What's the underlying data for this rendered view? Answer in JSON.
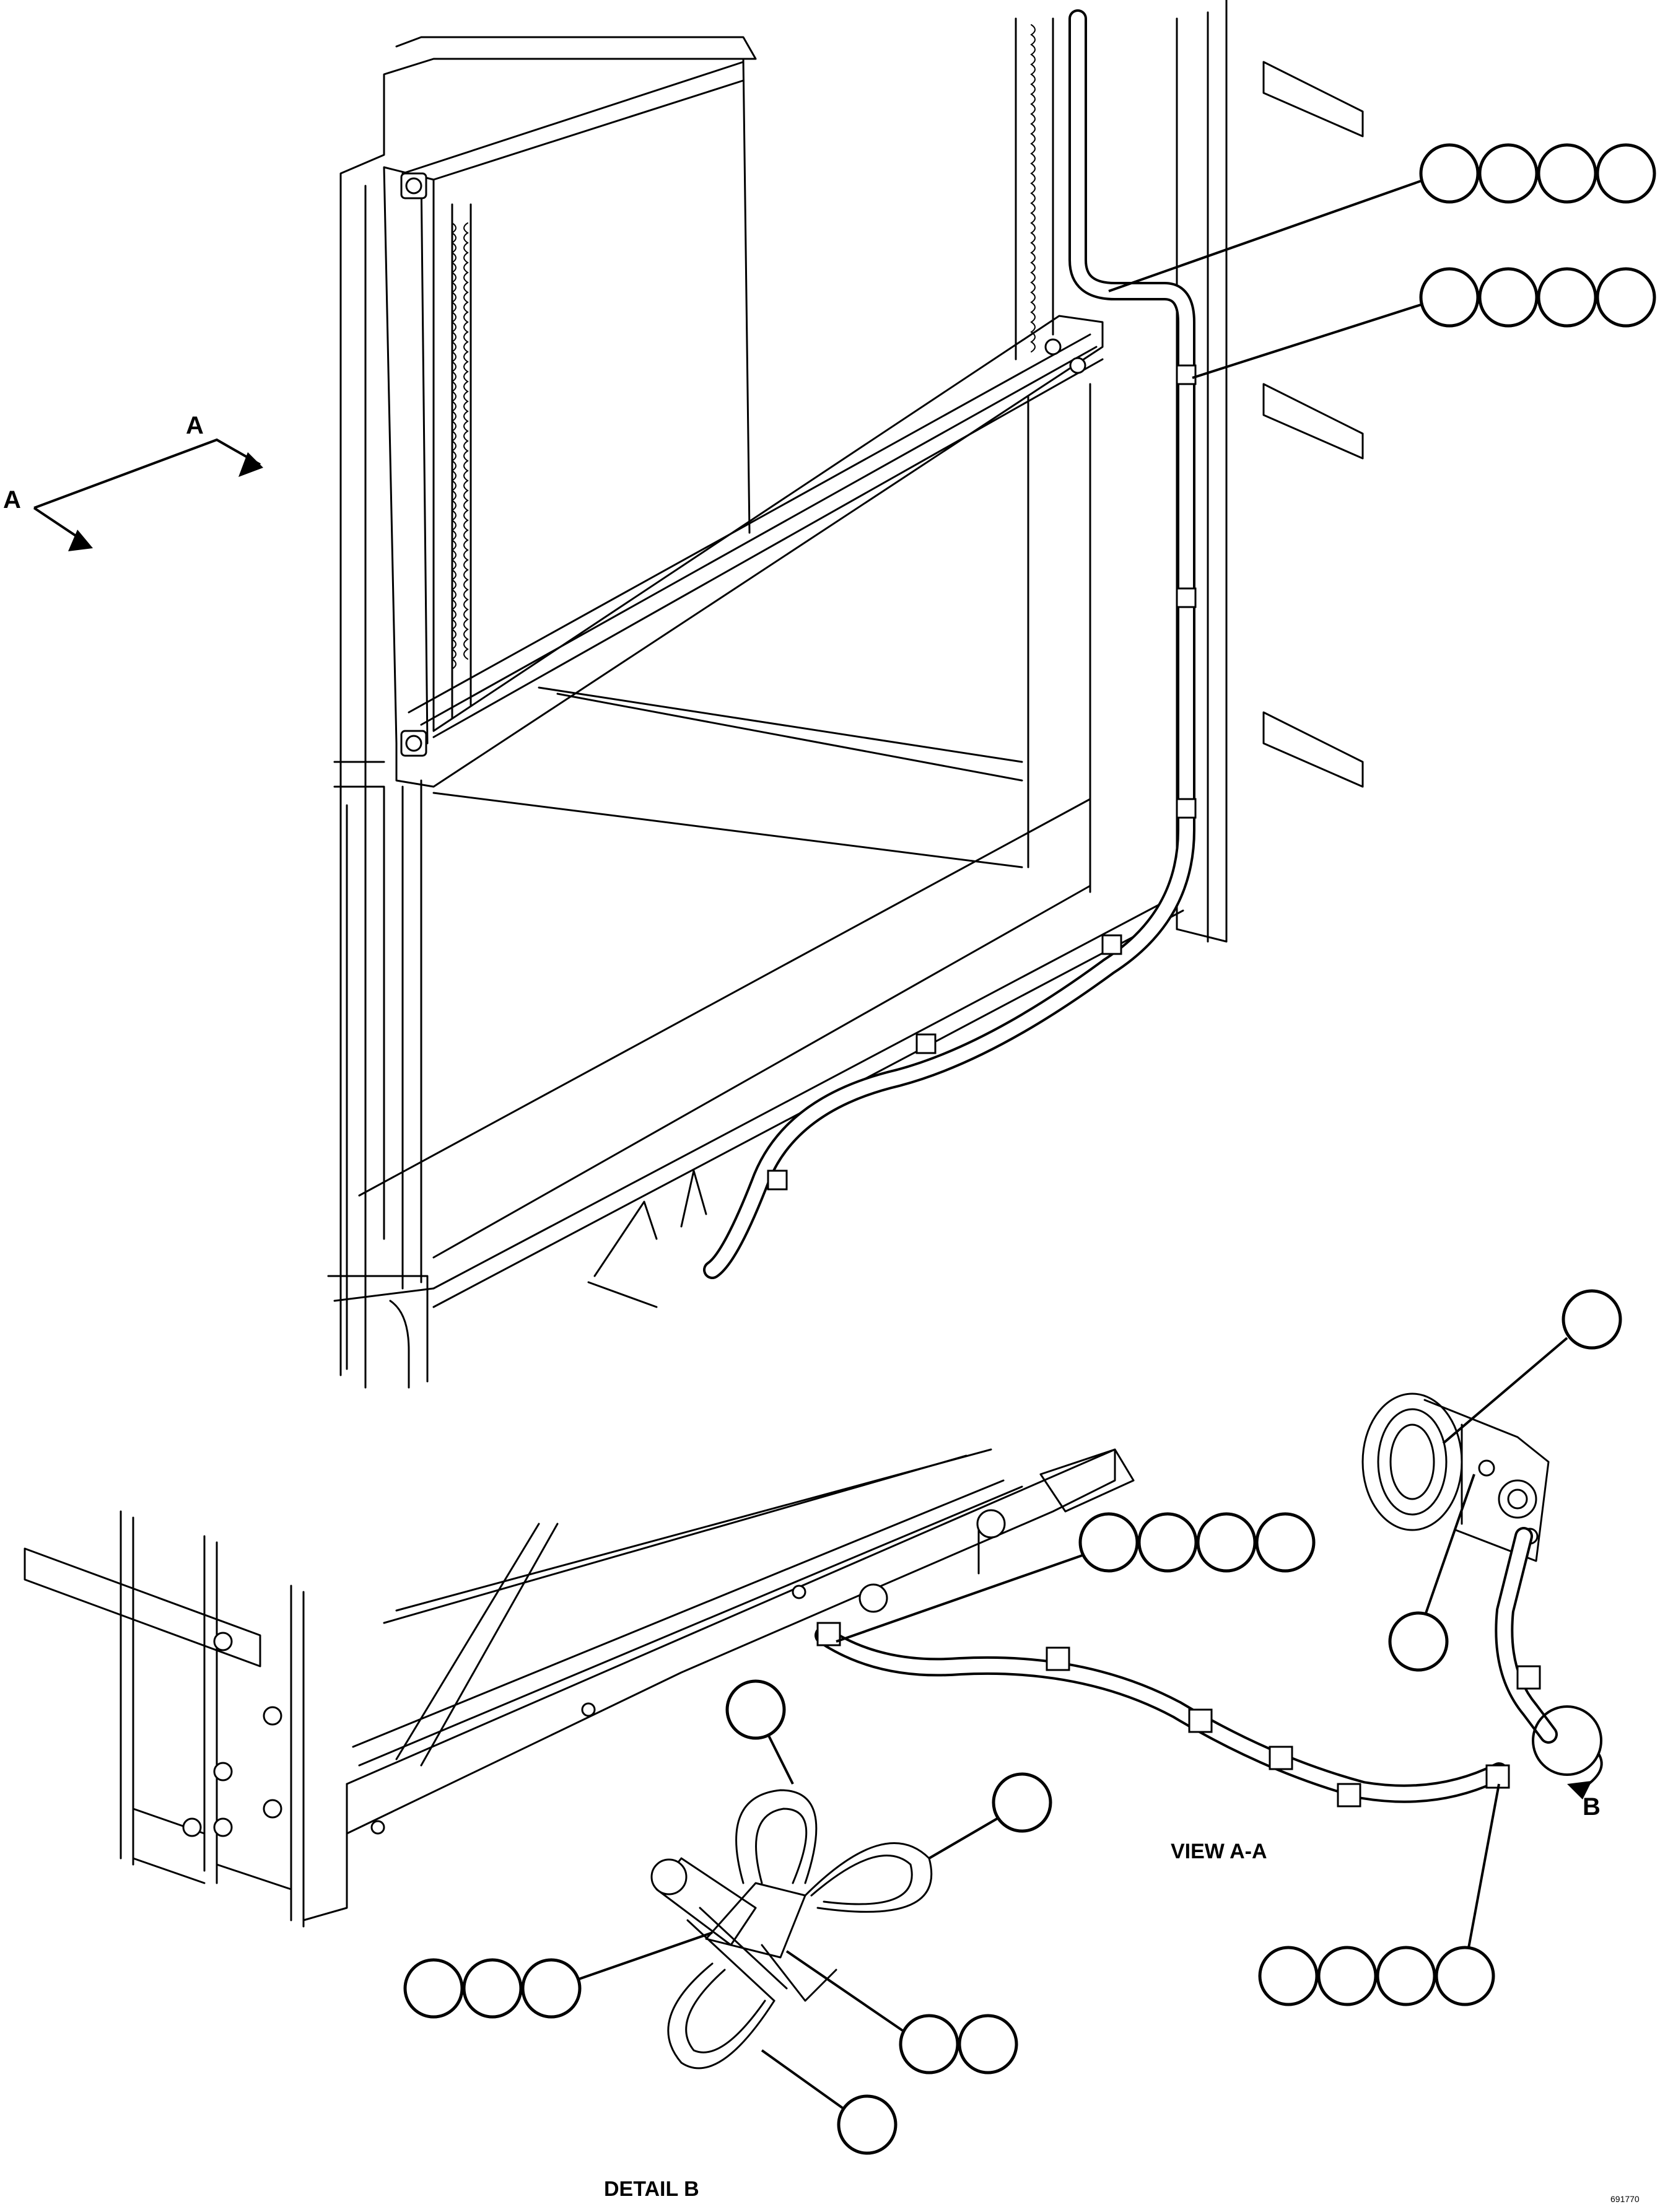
{
  "labels": {
    "section_arrow_a1": "A",
    "section_arrow_a2": "A",
    "view_title": "VIEW A-A",
    "detail_arrow": "B",
    "detail_title": "DETAIL B",
    "figure_id": "691770"
  },
  "callout_groups": [
    {
      "id": "top-group-1",
      "count": 4
    },
    {
      "id": "top-group-2",
      "count": 4
    },
    {
      "id": "compressor-top",
      "count": 1
    },
    {
      "id": "compressor-left",
      "count": 1
    },
    {
      "id": "hose-view-group",
      "count": 4
    },
    {
      "id": "clamp-bottom-group",
      "count": 4
    },
    {
      "id": "detail-top",
      "count": 1
    },
    {
      "id": "detail-right",
      "count": 1
    },
    {
      "id": "detail-left-group",
      "count": 3
    },
    {
      "id": "detail-mid-group",
      "count": 2
    },
    {
      "id": "detail-bottom",
      "count": 1
    }
  ],
  "colors": {
    "line": "#000000",
    "background": "#ffffff"
  }
}
